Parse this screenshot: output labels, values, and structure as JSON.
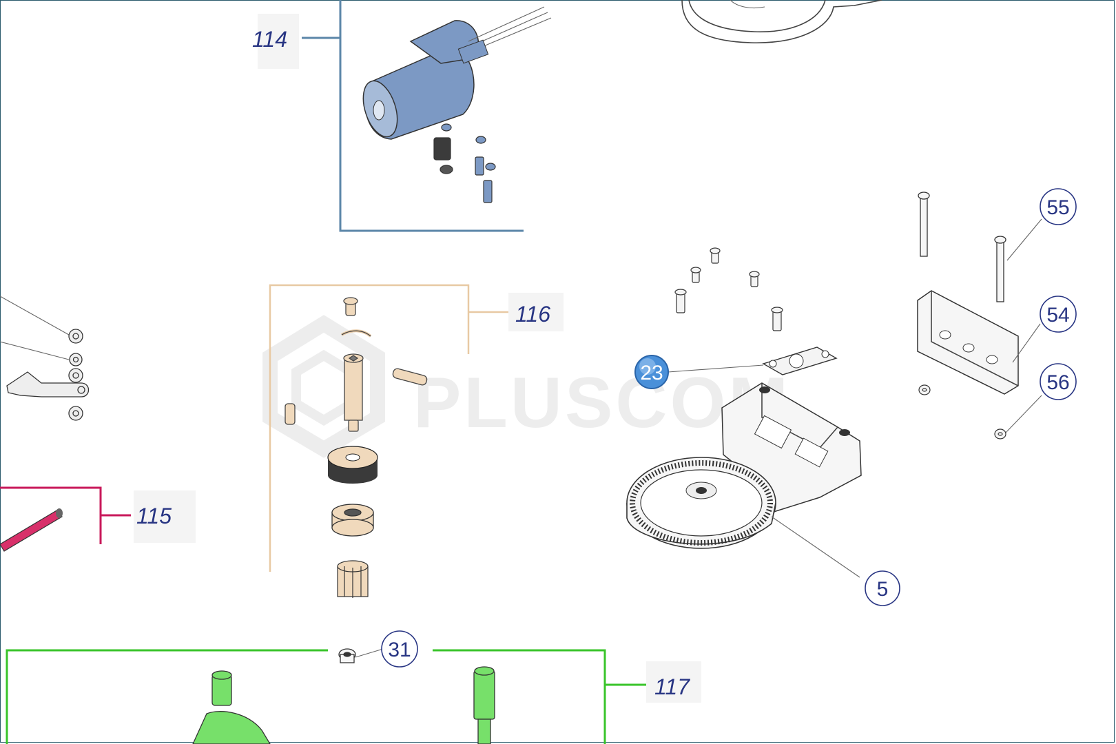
{
  "watermark": "PLUSCOM",
  "groups": {
    "g114": {
      "label": "114",
      "color": "#5b86a8"
    },
    "g115": {
      "label": "115",
      "color": "#c8185a"
    },
    "g116": {
      "label": "116",
      "color": "#e8c9a3"
    },
    "g117": {
      "label": "117",
      "color": "#39c42a"
    }
  },
  "callouts": {
    "c23": {
      "label": "23",
      "highlighted": true,
      "color": "#4a90d9"
    },
    "c55": {
      "label": "55"
    },
    "c54": {
      "label": "54"
    },
    "c56": {
      "label": "56"
    },
    "c5": {
      "label": "5"
    },
    "c31": {
      "label": "31"
    }
  },
  "part_colors": {
    "motor": "#7c99c4",
    "gear_set": "#f0d9bc",
    "gear_dark": "#3a3a3a",
    "green_parts": "#77e06a",
    "red_shaft": "#d8306a"
  }
}
